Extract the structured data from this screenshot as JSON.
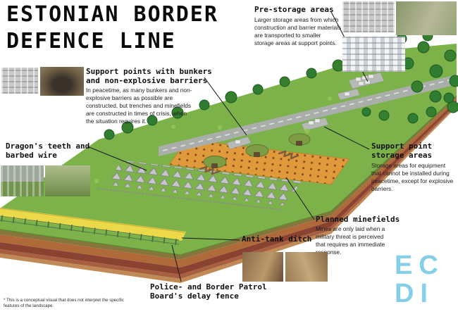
{
  "title": {
    "line1": "ESTONIAN BORDER",
    "line2": "DEFENCE LINE"
  },
  "annotations": {
    "pre_storage": {
      "heading": "Pre-storage areas",
      "body": "Larger storage areas from which construction and barrier materials are transported to smaller storage areas at support points."
    },
    "support_points": {
      "heading": "Support points with bunkers and non-explosive barriers",
      "body": "In peacetime, as many bunkers and non-explosive barriers as possible are constructed, but trenches and minefields are constructed in times of crisis, when the situation requires it."
    },
    "dragons_teeth": {
      "heading": "Dragon's teeth and barbed wire"
    },
    "support_point_storage": {
      "heading": "Support point storage areas",
      "body": "Storage areas for equipment that cannot be installed during peacetime, except for explosive barriers."
    },
    "planned_minefields": {
      "heading": "Planned minefields",
      "body": "Mines are only laid when a military threat is perceived that requires an immediate response."
    },
    "anti_tank_ditch": {
      "heading": "Anti-tank ditch"
    },
    "delay_fence": {
      "heading": "Police- and Border Patrol Board's delay fence"
    }
  },
  "footnote": "* This is a conceptual visual that does not interpret the specific features of the landscape.",
  "logo": {
    "line1": "EC",
    "line2": "DI",
    "color": "#86cfe9"
  },
  "colors": {
    "grass": "#7db24a",
    "ditch_yellow": "#ecd94a",
    "minefield_orange": "#e09a3c",
    "road_grey": "#a9aeab",
    "soil_brown": "#8a4231",
    "teeth_grey": "#c6c6cc",
    "logo_blue": "#86cfe9"
  }
}
